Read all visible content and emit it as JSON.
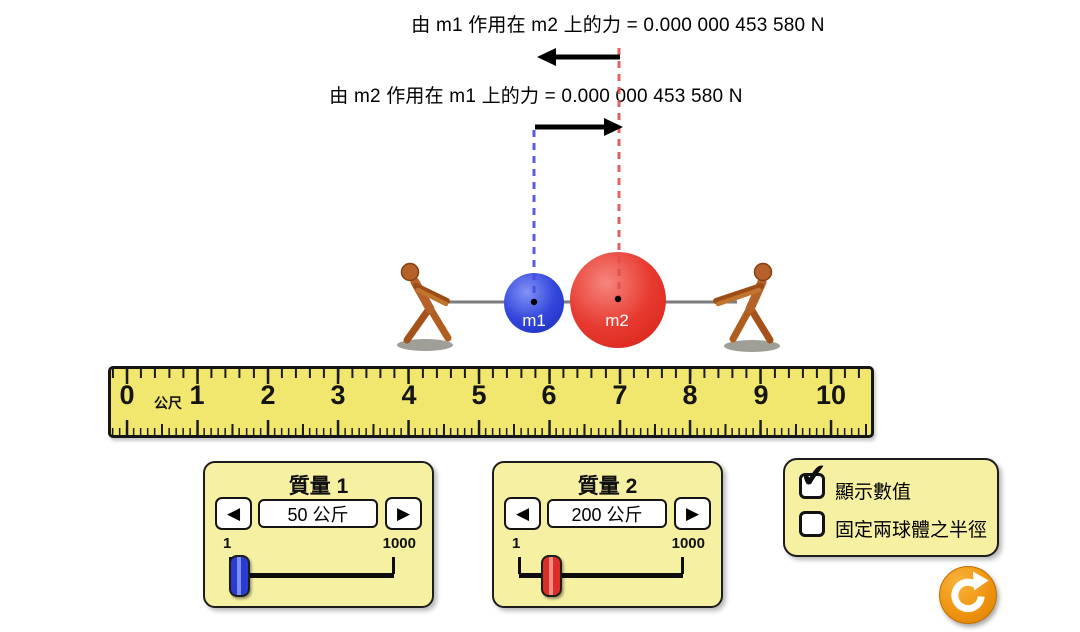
{
  "force_readout": {
    "m1_on_m2": "由 m1 作用在 m2 上的力 = 0.000 000 453 580 N",
    "m2_on_m1": "由 m2 作用在 m1 上的力 = 0.000 000 453 580 N"
  },
  "spheres": {
    "m1_label": "m1",
    "m2_label": "m2",
    "m1_color": "#2a3ad2",
    "m2_color": "#e6342a"
  },
  "ruler": {
    "unit": "公尺",
    "tick_labels": [
      "0",
      "1",
      "2",
      "3",
      "4",
      "5",
      "6",
      "7",
      "8",
      "9",
      "10"
    ]
  },
  "mass1_panel": {
    "title": "質量 1",
    "value": "50 公斤",
    "slider_min": "1",
    "slider_max": "1000",
    "thumb_color": "#2a3bd0"
  },
  "mass2_panel": {
    "title": "質量 2",
    "value": "200 公斤",
    "slider_min": "1",
    "slider_max": "1000",
    "thumb_color": "#d92f28"
  },
  "options_panel": {
    "show_values_label": "顯示數值",
    "show_values_checked": true,
    "fixed_radius_label": "固定兩球體之半徑",
    "fixed_radius_checked": false
  },
  "icons": {
    "spinner_left": "◀",
    "spinner_right": "▶",
    "checkmark": "✔"
  },
  "colors": {
    "panel_bg": "#f6f0a2",
    "ruler_bg": "#f1e76e",
    "reset_button": "#ef9410",
    "force_arrow": "#000000"
  }
}
